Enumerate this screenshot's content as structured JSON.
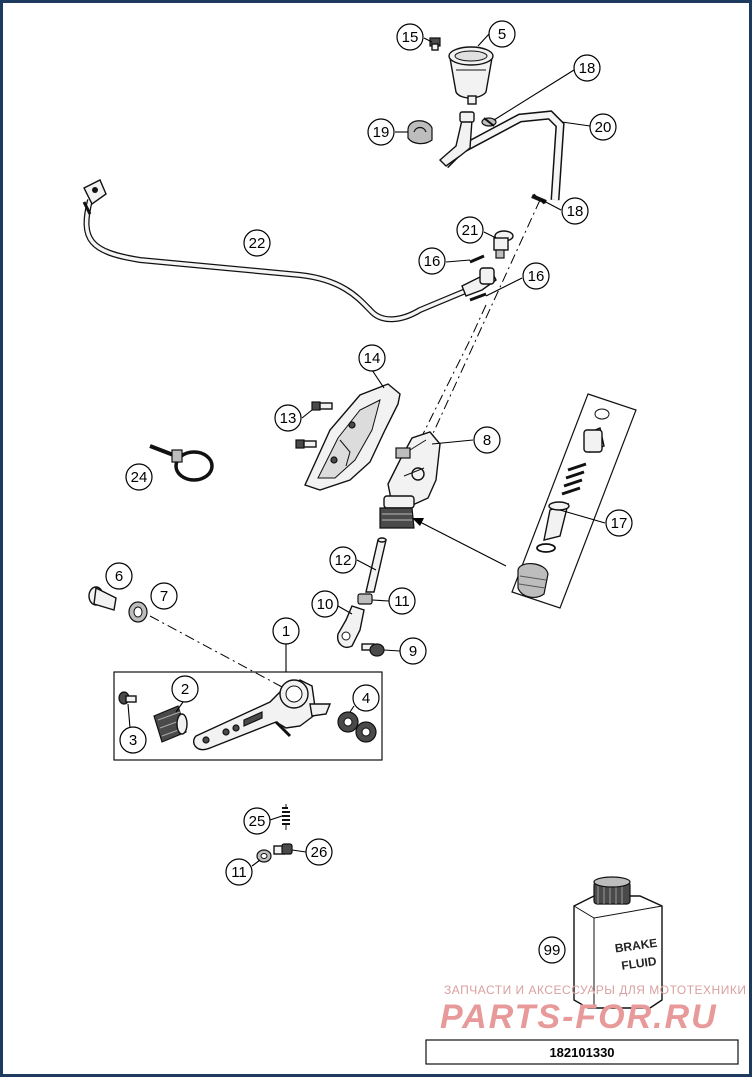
{
  "callouts": {
    "c15": "15",
    "c5": "5",
    "c18a": "18",
    "c19": "19",
    "c20": "20",
    "c18b": "18",
    "c21": "21",
    "c22": "22",
    "c16a": "16",
    "c16b": "16",
    "c14": "14",
    "c13": "13",
    "c8": "8",
    "c24": "24",
    "c17": "17",
    "c12": "12",
    "c6": "6",
    "c7": "7",
    "c10": "10",
    "c11a": "11",
    "c9": "9",
    "c1": "1",
    "c2": "2",
    "c4": "4",
    "c3": "3",
    "c25": "25",
    "c26": "26",
    "c11b": "11",
    "c99": "99"
  },
  "can_label": {
    "line1": "BRAKE",
    "line2": "FLUID"
  },
  "watermark": {
    "top": "ЗАПЧАСТИ И АКСЕССУАРЫ ДЛЯ МОТОТЕХНИКИ",
    "brand": "PARTS-FOR.RU"
  },
  "document_number": "182101330",
  "colors": {
    "frame": "#1f3a5f",
    "watermark": "#e89a9a",
    "ink": "#111111"
  }
}
